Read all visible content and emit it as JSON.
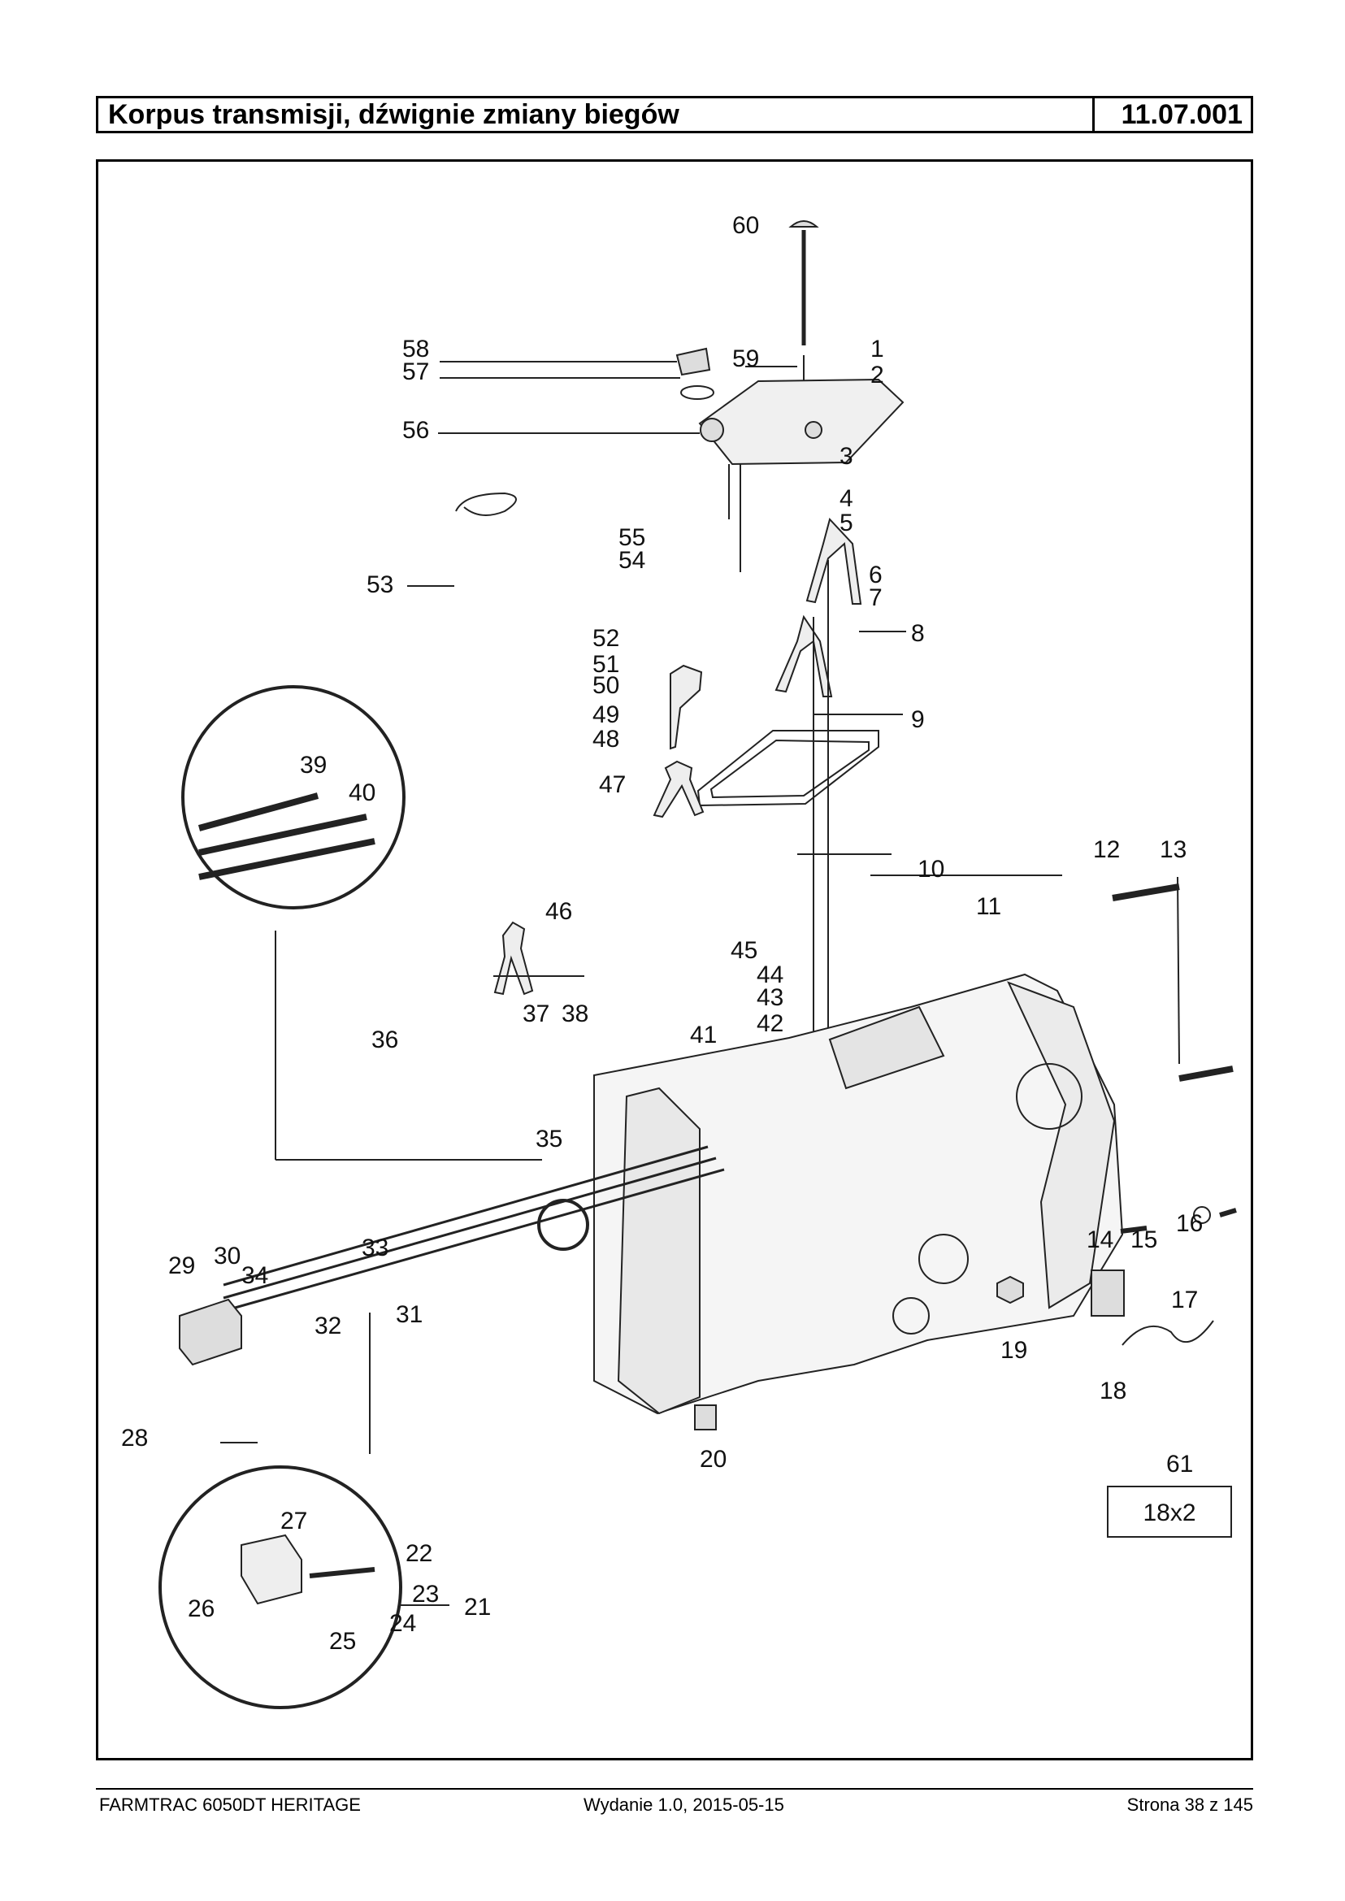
{
  "header": {
    "title": "Korpus transmisji, dźwignie zmiany biegów",
    "code": "11.07.001"
  },
  "diagram": {
    "callouts": [
      "1",
      "2",
      "3",
      "4",
      "5",
      "6",
      "7",
      "8",
      "9",
      "10",
      "11",
      "12",
      "13",
      "14",
      "15",
      "16",
      "17",
      "18",
      "19",
      "20",
      "21",
      "22",
      "23",
      "24",
      "25",
      "26",
      "27",
      "28",
      "29",
      "30",
      "31",
      "32",
      "33",
      "34",
      "35",
      "36",
      "37",
      "38",
      "39",
      "40",
      "41",
      "42",
      "43",
      "44",
      "45",
      "46",
      "47",
      "48",
      "49",
      "50",
      "51",
      "52",
      "53",
      "54",
      "55",
      "56",
      "57",
      "58",
      "59",
      "60",
      "61"
    ],
    "kit_box_text": "18x2"
  },
  "footer": {
    "model": "FARMTRAC 6050DT HERITAGE",
    "edition": "Wydanie 1.0,  2015-05-15",
    "page": "Strona 38 z 145"
  }
}
